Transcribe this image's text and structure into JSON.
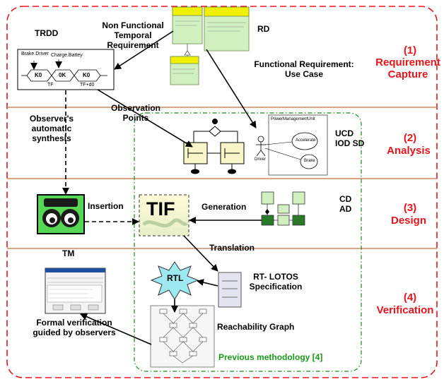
{
  "colors": {
    "phase_border": "#e8141c",
    "phase_divider": "#c8703a",
    "previous_border": "#1a8a1a",
    "uml_header": "#f0f000",
    "uml_body": "#d0f0c0",
    "tif_fill": "#fdf8c4",
    "observer_fill": "#55d655",
    "diagram_fill": "#f8f6c8"
  },
  "phases": [
    {
      "number": "(1)",
      "name": "Requirement\nCapture"
    },
    {
      "number": "(2)",
      "name": "Analysis"
    },
    {
      "number": "(3)",
      "name": "Design"
    },
    {
      "number": "(4)",
      "name": "Verification"
    }
  ],
  "labels": {
    "trdd": "TRDD",
    "non_functional": "Non Functional\nTemporal\nRequirement",
    "rd": "RD",
    "functional": "Functional Requirement:\nUse Case",
    "observation_points": "Observation\nPoints",
    "observer_synthesis": "Observer's\nautomatic\nsynthesis",
    "ucd": "UCD\nIOD SD",
    "cd_ad": "CD\nAD",
    "insertion": "Insertion",
    "tif": "TIF",
    "generation": "Generation",
    "tm": "TM",
    "translation": "Translation",
    "rtl": "RTL",
    "rt_lotos": "RT- LOTOS\nSpecification",
    "formal_verification": "Formal verification\nguided by observers",
    "reachability": "Reachability Graph",
    "previous": "Previous methodology [4]"
  },
  "trdd_diagram": {
    "signal_brake": "Brake.Driver",
    "signal_charge": "Charge.Battey",
    "states": [
      "K0",
      "0K",
      "K0"
    ],
    "time_start": "TF",
    "time_end": "TF+d0"
  },
  "ucd_diagram": {
    "system": "PowerManagementUnit",
    "actor": "Driver",
    "use_cases": [
      "Accelerate",
      "Brake"
    ]
  }
}
